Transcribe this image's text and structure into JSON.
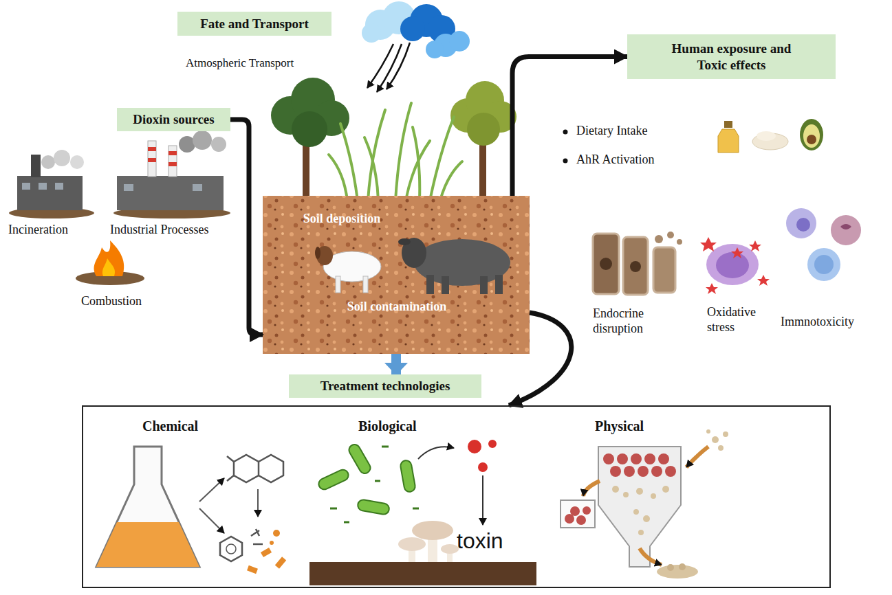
{
  "diagram": {
    "nodes": [
      {
        "text": [
          "Fate and Transport"
        ]
      },
      {
        "text": [
          "Dioxin sources"
        ]
      },
      {
        "text": [
          "Soil deposition",
          "Soil contamination"
        ]
      },
      {
        "text": [
          "Human exposure and Toxic effects"
        ]
      },
      {
        "text": [
          "Treatment technologies"
        ]
      },
      {
        "text": [
          "Chemical",
          "Biological",
          "Physical"
        ]
      }
    ],
    "edges": [
      {
        "from": 1,
        "to": 2,
        "arrow": "to"
      },
      {
        "from": 2,
        "to": 3,
        "arrow": "to"
      },
      {
        "from": 2,
        "to": 4,
        "arrow": "to"
      },
      {
        "from": 2,
        "to": 5,
        "arrow": "to"
      }
    ],
    "labels": [
      "Atmospheric Transport",
      "Incineration",
      "Industrial Processes",
      "Combustion",
      "Dietary Intake",
      "AhR Activation",
      "Endocrine disruption",
      "Oxidative stress",
      "Immnotoxicity",
      "toxin"
    ]
  }
}
